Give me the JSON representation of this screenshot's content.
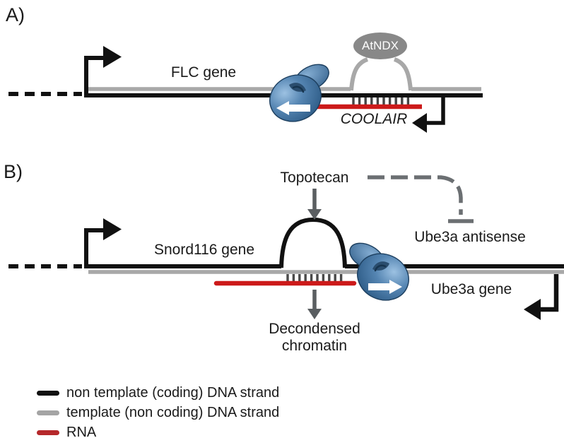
{
  "figure": {
    "type": "scientific-diagram",
    "topic": "R-loop formation at gene loci"
  },
  "panel_a": {
    "label": "A)",
    "gene_label": "FLC gene",
    "protein_label": "AtNDX",
    "rna_label": "COOLAIR"
  },
  "panel_b": {
    "label": "B)",
    "gene_label": "Snord116 gene",
    "drug_label": "Topotecan",
    "antisense_label": "Ube3a antisense",
    "downstream_gene_label": "Ube3a gene",
    "effect_line1": "Decondensed",
    "effect_line2": "chromatin"
  },
  "legend": {
    "items": [
      {
        "label": "non template (coding) DNA strand",
        "color": "#111111"
      },
      {
        "label": "template (non coding) DNA strand",
        "color": "#a4a4a4"
      },
      {
        "label": "RNA",
        "color": "#b5282b"
      }
    ]
  },
  "colors": {
    "coding_strand": "#111111",
    "template_strand": "#a8a8a8",
    "rna": "#cc1a1a",
    "annotation_gray": "#606468",
    "protein_fill": "#888888",
    "polymerase_blue": "#4d7dab",
    "hybrid_ticks": "#454545"
  }
}
